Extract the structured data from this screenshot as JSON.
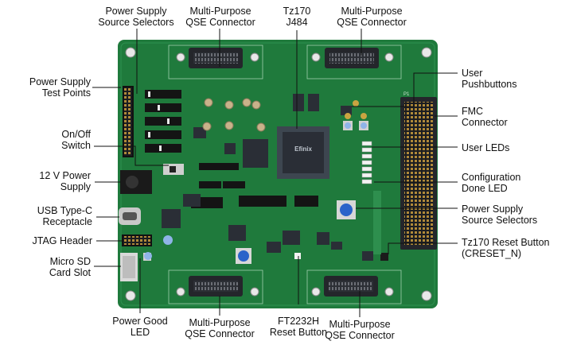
{
  "board": {
    "colors": {
      "pcb": "#1f7a3c",
      "pcb_dark": "#155e2c",
      "chip": "#2a2e36",
      "connector": "#24262b",
      "leader": "#111111",
      "gold": "#c9a441"
    },
    "silk_text": {
      "fpga_logo": "Efinix",
      "fmc_label": "P1"
    }
  },
  "callouts": {
    "top_power_selectors": [
      "Power Supply",
      "Source Selectors"
    ],
    "top_qse_left": [
      "Multi-Purpose",
      "QSE Connector"
    ],
    "top_tz170": [
      "Tz170",
      "J484"
    ],
    "top_qse_right": [
      "Multi-Purpose",
      "QSE Connector"
    ],
    "test_points": [
      "Power Supply",
      "Test Points"
    ],
    "on_off": [
      "On/Off",
      "Switch"
    ],
    "power_12v": [
      "12 V Power",
      "Supply"
    ],
    "usb_c": [
      "USB Type-C",
      "Receptacle"
    ],
    "jtag": [
      "JTAG Header"
    ],
    "micro_sd": [
      "Micro SD",
      "Card Slot"
    ],
    "bottom_power_good": [
      "Power Good",
      "LED"
    ],
    "bottom_qse_left": [
      "Multi-Purpose",
      "QSE Connector"
    ],
    "bottom_ft2232": [
      "FT2232H",
      "Reset Button"
    ],
    "bottom_qse_right": [
      "Multi-Purpose",
      "QSE Connector"
    ],
    "user_pushbuttons": [
      "User",
      "Pushbuttons"
    ],
    "fmc": [
      "FMC",
      "Connector"
    ],
    "user_leds": [
      "User LEDs"
    ],
    "config_done": [
      "Configuration",
      "Done LED"
    ],
    "right_power_selectors": [
      "Power Supply",
      "Source Selectors"
    ],
    "reset_button": [
      "Tz170 Reset Button",
      "(CRESET_N)"
    ]
  }
}
